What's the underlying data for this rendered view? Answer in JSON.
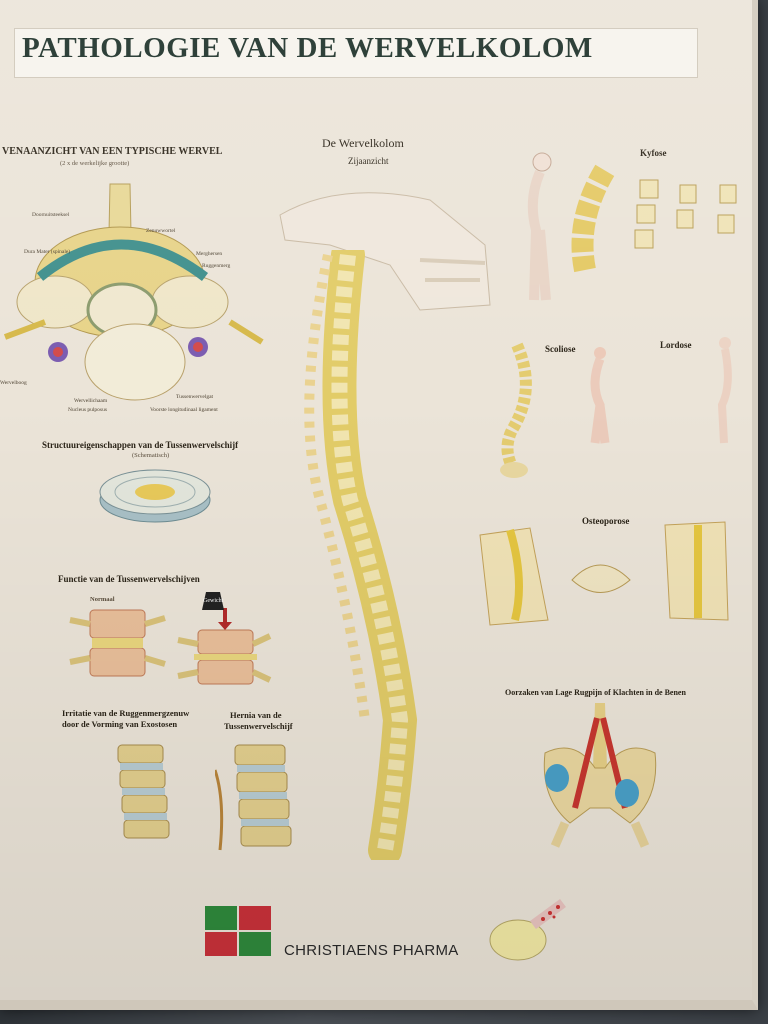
{
  "title": "PATHOLOGIE VAN DE WERVELKOLOM",
  "panels": {
    "vertebra_top": {
      "heading": "VENAANZICHT VAN EEN TYPISCHE WERVEL",
      "subheading": "(2 x de werkelijke grootte)",
      "labels": [
        "Doornuitsteeksel",
        "Zenuwwortel",
        "Dura Mater (spinale)",
        "Ruggenmerg",
        "Merghersen",
        "Wervelboog",
        "Tussenwervelgat",
        "Wervellichaam",
        "Nucleus pulposus",
        "Voorste longitudinaal ligament"
      ]
    },
    "column": {
      "heading": "De Wervelkolom",
      "subheading": "Zijaanzicht"
    },
    "kyfose": {
      "heading": "Kyfose"
    },
    "scoliose": {
      "heading": "Scoliose"
    },
    "lordose": {
      "heading": "Lordose"
    },
    "osteoporose": {
      "heading": "Osteoporose"
    },
    "disc_structure": {
      "heading": "Structuureigenschappen van de Tussenwervelschijf",
      "subheading": "(Schematisch)"
    },
    "disc_function": {
      "heading": "Functie van de Tussenwervelschijven",
      "normal_label": "Normaal",
      "weight_label": "Gewicht"
    },
    "irritation": {
      "heading_line1": "Irritatie van de Ruggenmergzenuw",
      "heading_line2": "door de Vorming van Exostosen"
    },
    "hernia": {
      "heading_line1": "Hernia van de",
      "heading_line2": "Tussenwervelschijf"
    },
    "low_back": {
      "heading": "Oorzaken van Lage Rugpijn of Klachten in de Benen"
    }
  },
  "brand": {
    "name": "CHRISTIAENS PHARMA",
    "colors": {
      "green": "#2f8a3c",
      "red": "#c9313a"
    }
  }
}
